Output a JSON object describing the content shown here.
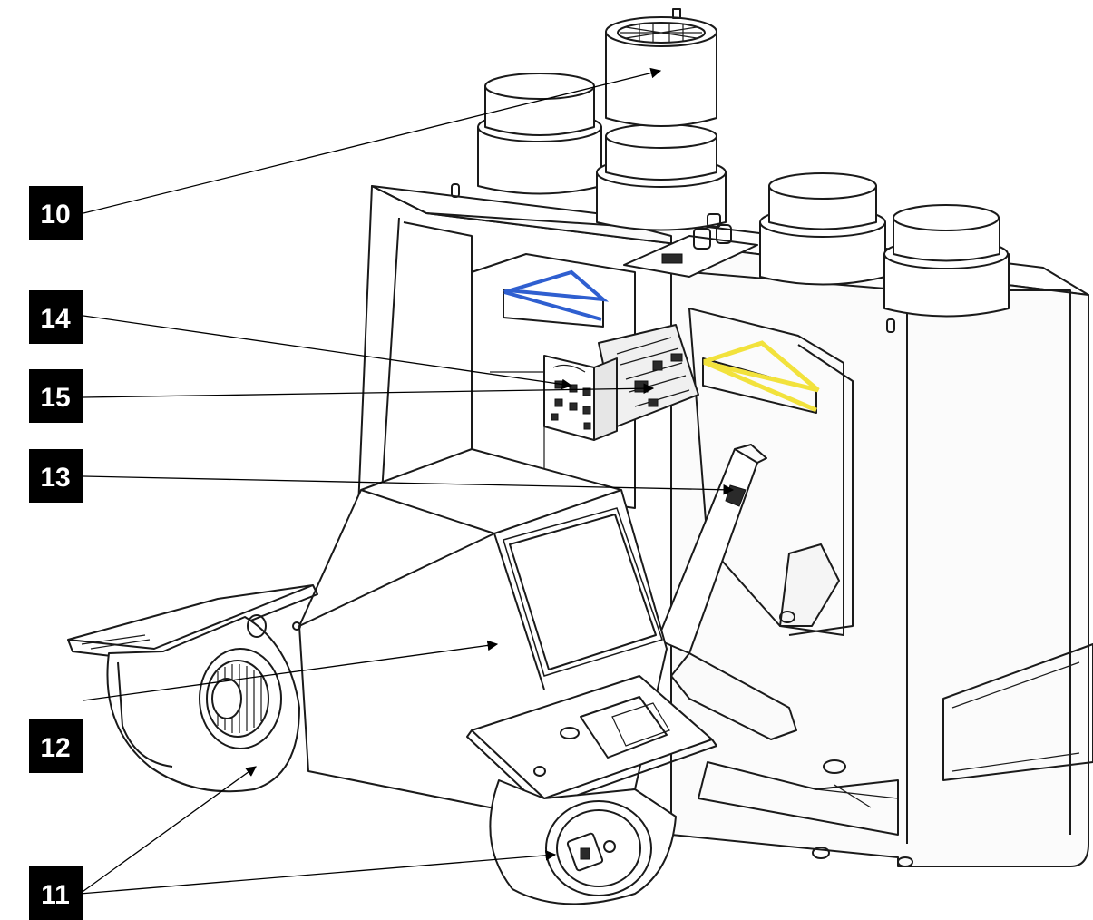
{
  "colors": {
    "label_background": "#000000",
    "label_text": "#ffffff",
    "bypass_filter_blue": "#2f5fd0",
    "bypass_filter_yellow": "#f2e23c",
    "line_art": "#1a1a1a"
  },
  "callouts": [
    {
      "id": "10",
      "label": "10"
    },
    {
      "id": "14",
      "label": "14"
    },
    {
      "id": "15",
      "label": "15"
    },
    {
      "id": "13",
      "label": "13"
    },
    {
      "id": "12",
      "label": "12"
    },
    {
      "id": "11",
      "label": "11"
    }
  ]
}
